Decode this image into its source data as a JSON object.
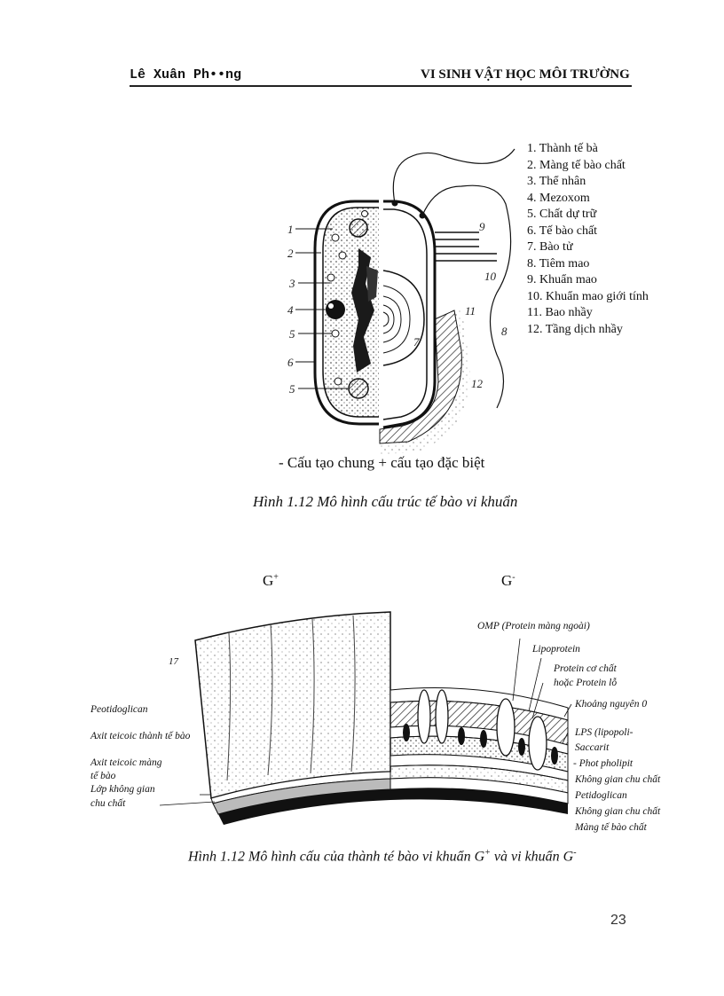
{
  "header": {
    "author": "Lê Xuân Ph••ng",
    "title": "VI SINH VẬT HỌC MÔI TRƯỜNG"
  },
  "figure1": {
    "legend": [
      "1. Thành tế bà",
      "2. Màng tế bào chất",
      "3. Thể nhân",
      "4. Mezoxom",
      "5. Chất dự trữ",
      "6. Tế bào chất",
      "7. Bào tử",
      "8. Tiêm mao",
      "9. Khuẩn mao",
      "10. Khuẩn mao giới tính",
      "11. Bao nhầy",
      "12. Tầng dịch nhầy"
    ],
    "left_numbers": [
      "1",
      "2",
      "3",
      "4",
      "5",
      "6",
      "5"
    ],
    "right_numbers": [
      "9",
      "10",
      "11",
      "8",
      "12",
      "7"
    ],
    "subcaption": "- Cấu tạo chung + cấu tạo đặc biệt",
    "caption": "Hình 1.12 Mô hình cấu trúc tế bào vi khuẩn"
  },
  "figure2": {
    "gpos_base": "G",
    "gpos_sup": "+",
    "gneg_base": "G",
    "gneg_sup": "-",
    "mark_17": "17",
    "left_labels": {
      "peptidoglican": "Peotidoglican",
      "axit_teicoic_wall": "Axit teicoic thành tế bào",
      "axit_teicoic_membrane_1": "Axit teicoic màng",
      "axit_teicoic_membrane_2": "tế bào",
      "lop_khong_gian_1": "Lớp không gian",
      "lop_khong_gian_2": "chu chất"
    },
    "right_labels": {
      "omp": "OMP  (Protein màng ngoài)",
      "lipoprotein": "Lipoprotein",
      "protein_1": "Protein  cơ chất",
      "protein_2": "hoặc Protein lỗ",
      "khoang": "Khoảng nguyên 0",
      "lps_1": "LPS (lipopoli-",
      "lps_2": "Saccarit",
      "phot": "- Phot pholipit",
      "kg1": "Không gian chu chất",
      "petido": "Petidoglican",
      "kg2": "Không gian chu chất",
      "mang": "Màng tế bào chất"
    },
    "caption_a": "Hình 1.12 Mô hình cấu của thành té bào vi khuẩn G",
    "caption_sup1": "+",
    "caption_b": " và vi khuẩn G",
    "caption_sup2": "-"
  },
  "page_number": "23"
}
